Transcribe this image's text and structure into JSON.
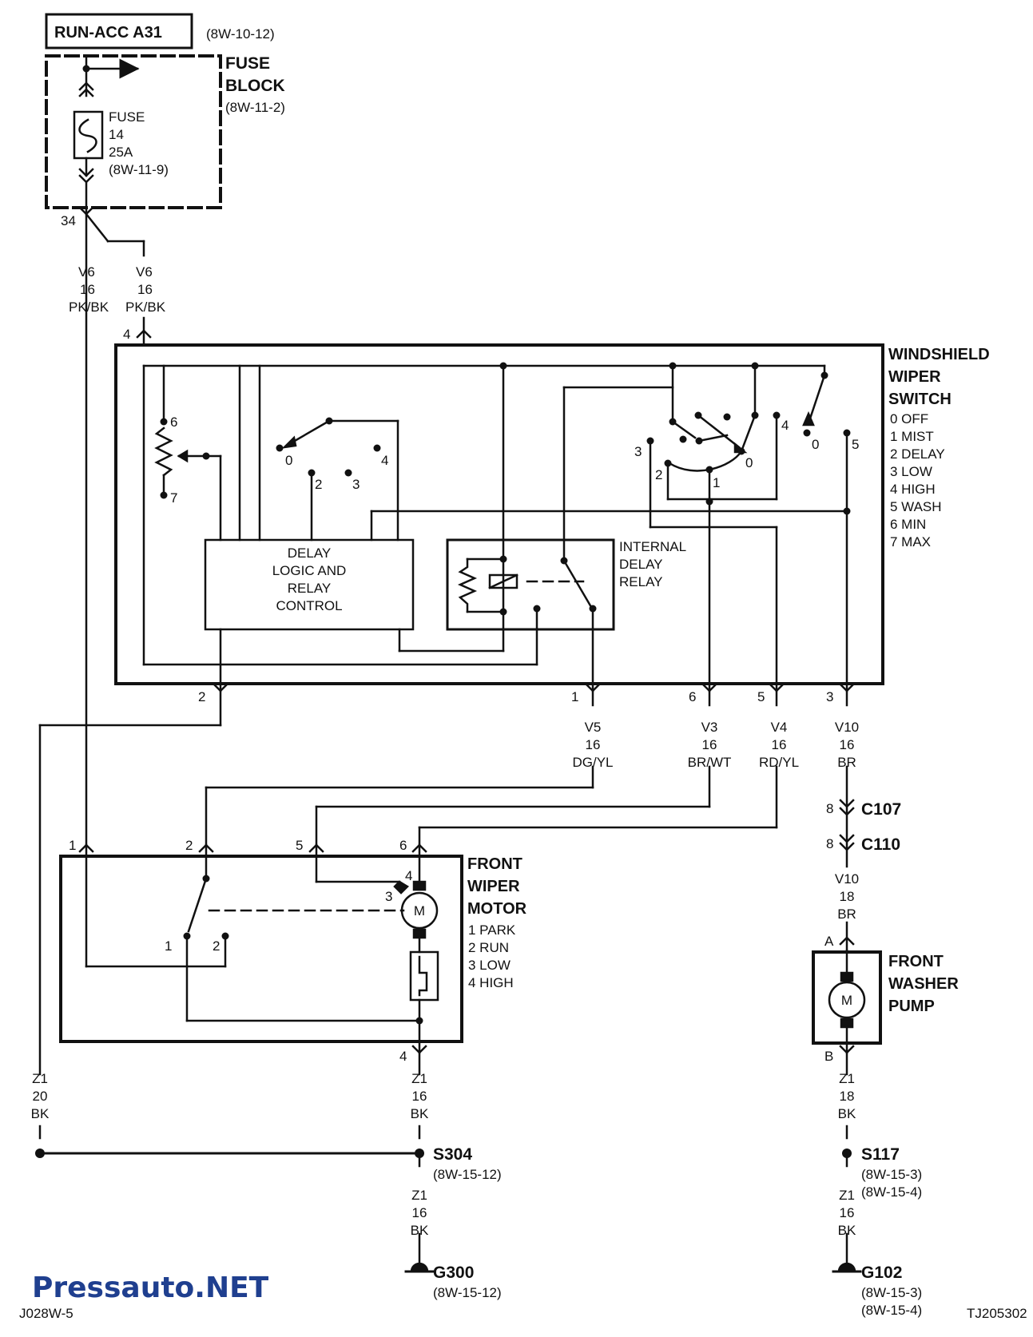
{
  "source_box": {
    "label": "RUN-ACC A31",
    "ref": "(8W-10-12)"
  },
  "fuse_block": {
    "title_1": "FUSE",
    "title_2": "BLOCK",
    "ref": "(8W-11-2)",
    "fuse_label": "FUSE",
    "fuse_number": "14",
    "fuse_rating": "25A",
    "fuse_ref": "(8W-11-9)",
    "pin": "34"
  },
  "wires_top": {
    "left": {
      "circuit": "V6",
      "gauge": "16",
      "color": "PK/BK"
    },
    "right": {
      "circuit": "V6",
      "gauge": "16",
      "color": "PK/BK"
    }
  },
  "wiper_switch": {
    "title_1": "WINDSHIELD",
    "title_2": "WIPER",
    "title_3": "SWITCH",
    "legend": [
      "0 OFF",
      "1 MIST",
      "2 DELAY",
      "3 LOW",
      "4 HIGH",
      "5 WASH",
      "6 MIN",
      "7 MAX"
    ],
    "input_pin": "4",
    "delay_block": {
      "line_1": "DELAY",
      "line_2": "LOGIC AND",
      "line_3": "RELAY",
      "line_4": "CONTROL"
    },
    "relay_label": {
      "line_1": "INTERNAL",
      "line_2": "DELAY",
      "line_3": "RELAY"
    },
    "pot_labels": {
      "min": "6",
      "max": "7"
    },
    "selector_labels": {
      "p0": "0",
      "p2": "2",
      "p3": "3",
      "p4": "4"
    },
    "mode_labels": {
      "m0": "0",
      "m1": "1",
      "m2": "2",
      "m3": "3",
      "m4": "4",
      "wash_off": "0",
      "wash_on": "5"
    },
    "output_pins": {
      "p2": "2",
      "p1": "1",
      "p6": "6",
      "p5": "5",
      "p3": "3"
    }
  },
  "switch_wires": [
    {
      "circuit": "V5",
      "gauge": "16",
      "color": "DG/YL"
    },
    {
      "circuit": "V3",
      "gauge": "16",
      "color": "BR/WT"
    },
    {
      "circuit": "V4",
      "gauge": "16",
      "color": "RD/YL"
    },
    {
      "circuit": "V10",
      "gauge": "16",
      "color": "BR"
    }
  ],
  "connectors": {
    "c107": {
      "pin": "8",
      "name": "C107"
    },
    "c110": {
      "pin": "8",
      "name": "C110"
    }
  },
  "washer_wire": {
    "circuit": "V10",
    "gauge": "18",
    "color": "BR"
  },
  "washer_pump": {
    "title_1": "FRONT",
    "title_2": "WASHER",
    "title_3": "PUMP",
    "pin_a": "A",
    "pin_b": "B",
    "motor": "M"
  },
  "wiper_motor": {
    "title_1": "FRONT",
    "title_2": "WIPER",
    "title_3": "MOTOR",
    "legend": [
      "1 PARK",
      "2 RUN",
      "3 LOW",
      "4 HIGH"
    ],
    "pins": {
      "p1": "1",
      "p2": "2",
      "p5": "5",
      "p6": "6",
      "p4": "4"
    },
    "inner": {
      "brush_4": "4",
      "brush_3": "3",
      "park_1": "1",
      "park_2": "2"
    },
    "motor": "M"
  },
  "ground_wires": {
    "left": {
      "circuit": "Z1",
      "gauge": "20",
      "color": "BK"
    },
    "motor": {
      "circuit": "Z1",
      "gauge": "16",
      "color": "BK"
    },
    "motor_lower": {
      "circuit": "Z1",
      "gauge": "16",
      "color": "BK"
    },
    "pump": {
      "circuit": "Z1",
      "gauge": "18",
      "color": "BK"
    },
    "pump_lower": {
      "circuit": "Z1",
      "gauge": "16",
      "color": "BK"
    }
  },
  "splices": {
    "s304": {
      "name": "S304",
      "ref": "(8W-15-12)"
    },
    "s117": {
      "name": "S117",
      "ref_1": "(8W-15-3)",
      "ref_2": "(8W-15-4)"
    }
  },
  "grounds": {
    "g300": {
      "name": "G300",
      "ref": "(8W-15-12)"
    },
    "g102": {
      "name": "G102",
      "ref_1": "(8W-15-3)",
      "ref_2": "(8W-15-4)"
    }
  },
  "footer": {
    "watermark": "Pressauto.NET",
    "left_code": "J028W-5",
    "right_code": "TJ205302"
  }
}
